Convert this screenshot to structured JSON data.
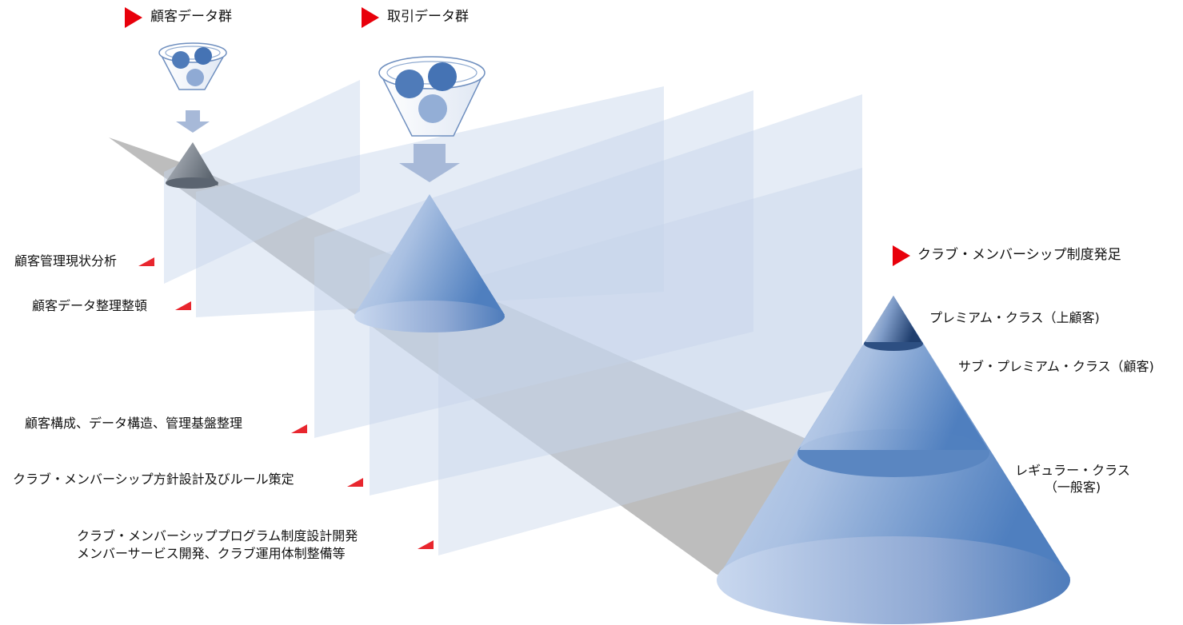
{
  "headers": {
    "customer_data": "顧客データ群",
    "transaction_data": "取引データ群",
    "club_launch": "クラブ・メンバーシップ制度発足"
  },
  "steps": [
    "顧客管理現状分析",
    "顧客データ整理整頓",
    "顧客構成、データ構造、管理基盤整理",
    "クラブ・メンバーシップ方針設計及びルール策定",
    "クラブ・メンバーシッププログラム制度設計開発",
    "メンバーサービス開発、クラブ運用体制整備等"
  ],
  "classes": {
    "premium": "プレミアム・クラス（上顧客)",
    "sub_premium": "サブ・プレミアム・クラス（顧客)",
    "regular_line1": "レギュラー・クラス",
    "regular_line2": "（一般客)"
  },
  "colors": {
    "accent_red": "#e8000b",
    "panel_blue": "#c8d6ea",
    "cone_dark": "#4a79b8",
    "cone_light": "#c7d6ee",
    "shadow_gray": "#8c8c8c"
  }
}
